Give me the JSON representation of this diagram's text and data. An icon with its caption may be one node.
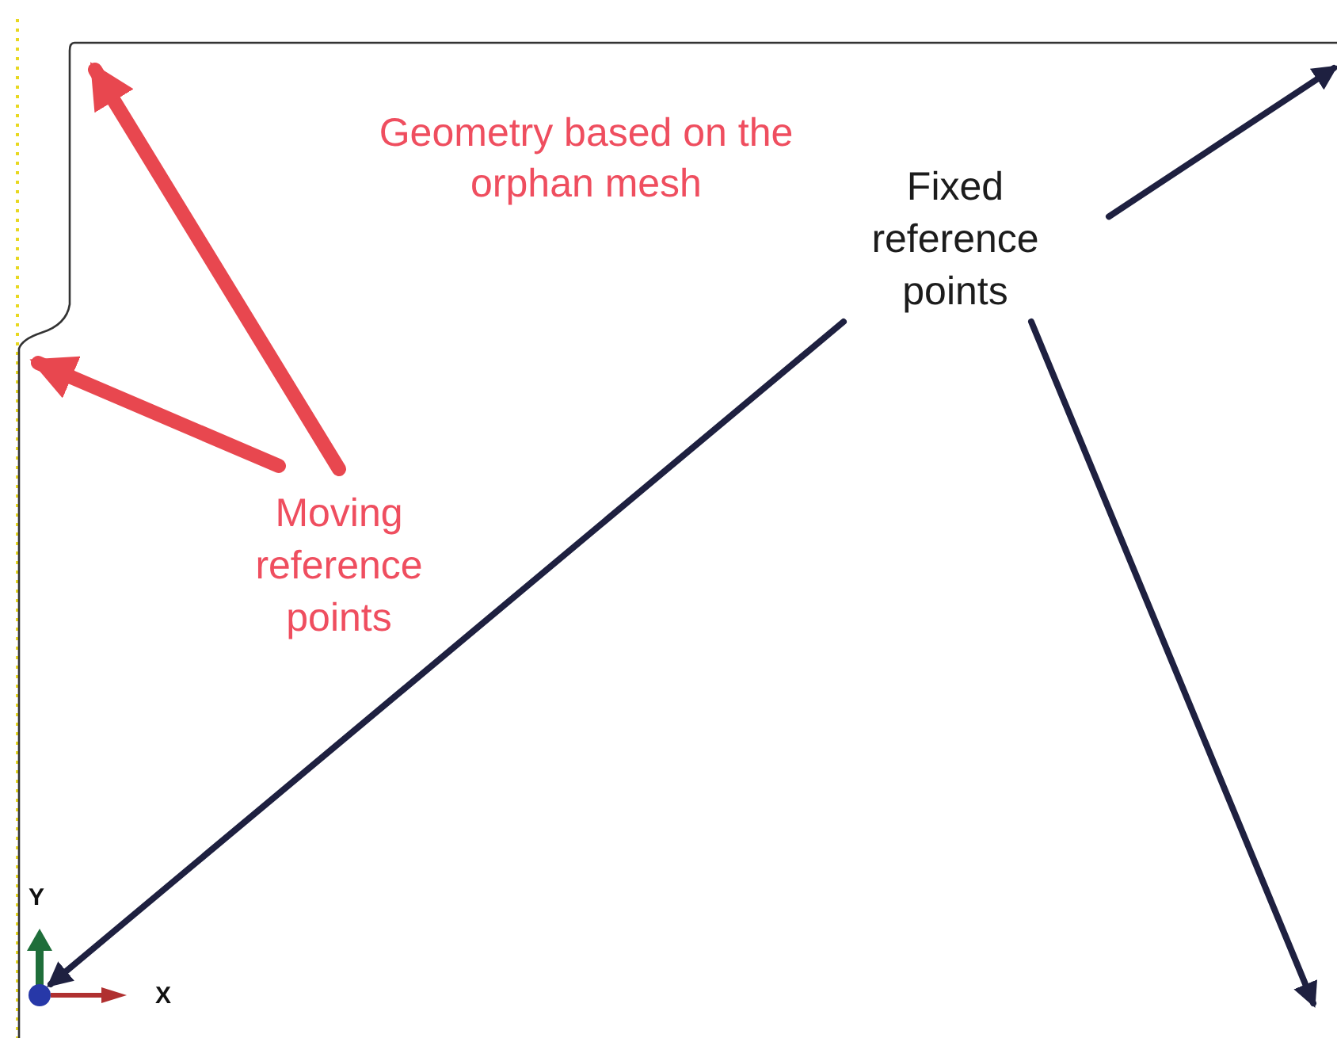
{
  "diagram": {
    "nodes": [
      {
        "text": [
          "Moving reference points"
        ]
      },
      {
        "text": [
          "Fixed reference points"
        ]
      },
      {
        "text": [],
        "shape": "circle"
      }
    ],
    "edges": [
      {
        "from": 0,
        "to": null,
        "arrow": "to",
        "style": "thick",
        "color": "#e8474f"
      },
      {
        "from": 0,
        "to": null,
        "arrow": "to",
        "style": "thick",
        "color": "#e8474f"
      },
      {
        "from": 1,
        "to": 2,
        "arrow": "to"
      },
      {
        "from": 1,
        "to": null,
        "arrow": "to"
      },
      {
        "from": 1,
        "to": null,
        "arrow": "to"
      }
    ],
    "labels": [
      "Geometry based on the orphan mesh",
      "Y",
      "X"
    ]
  }
}
